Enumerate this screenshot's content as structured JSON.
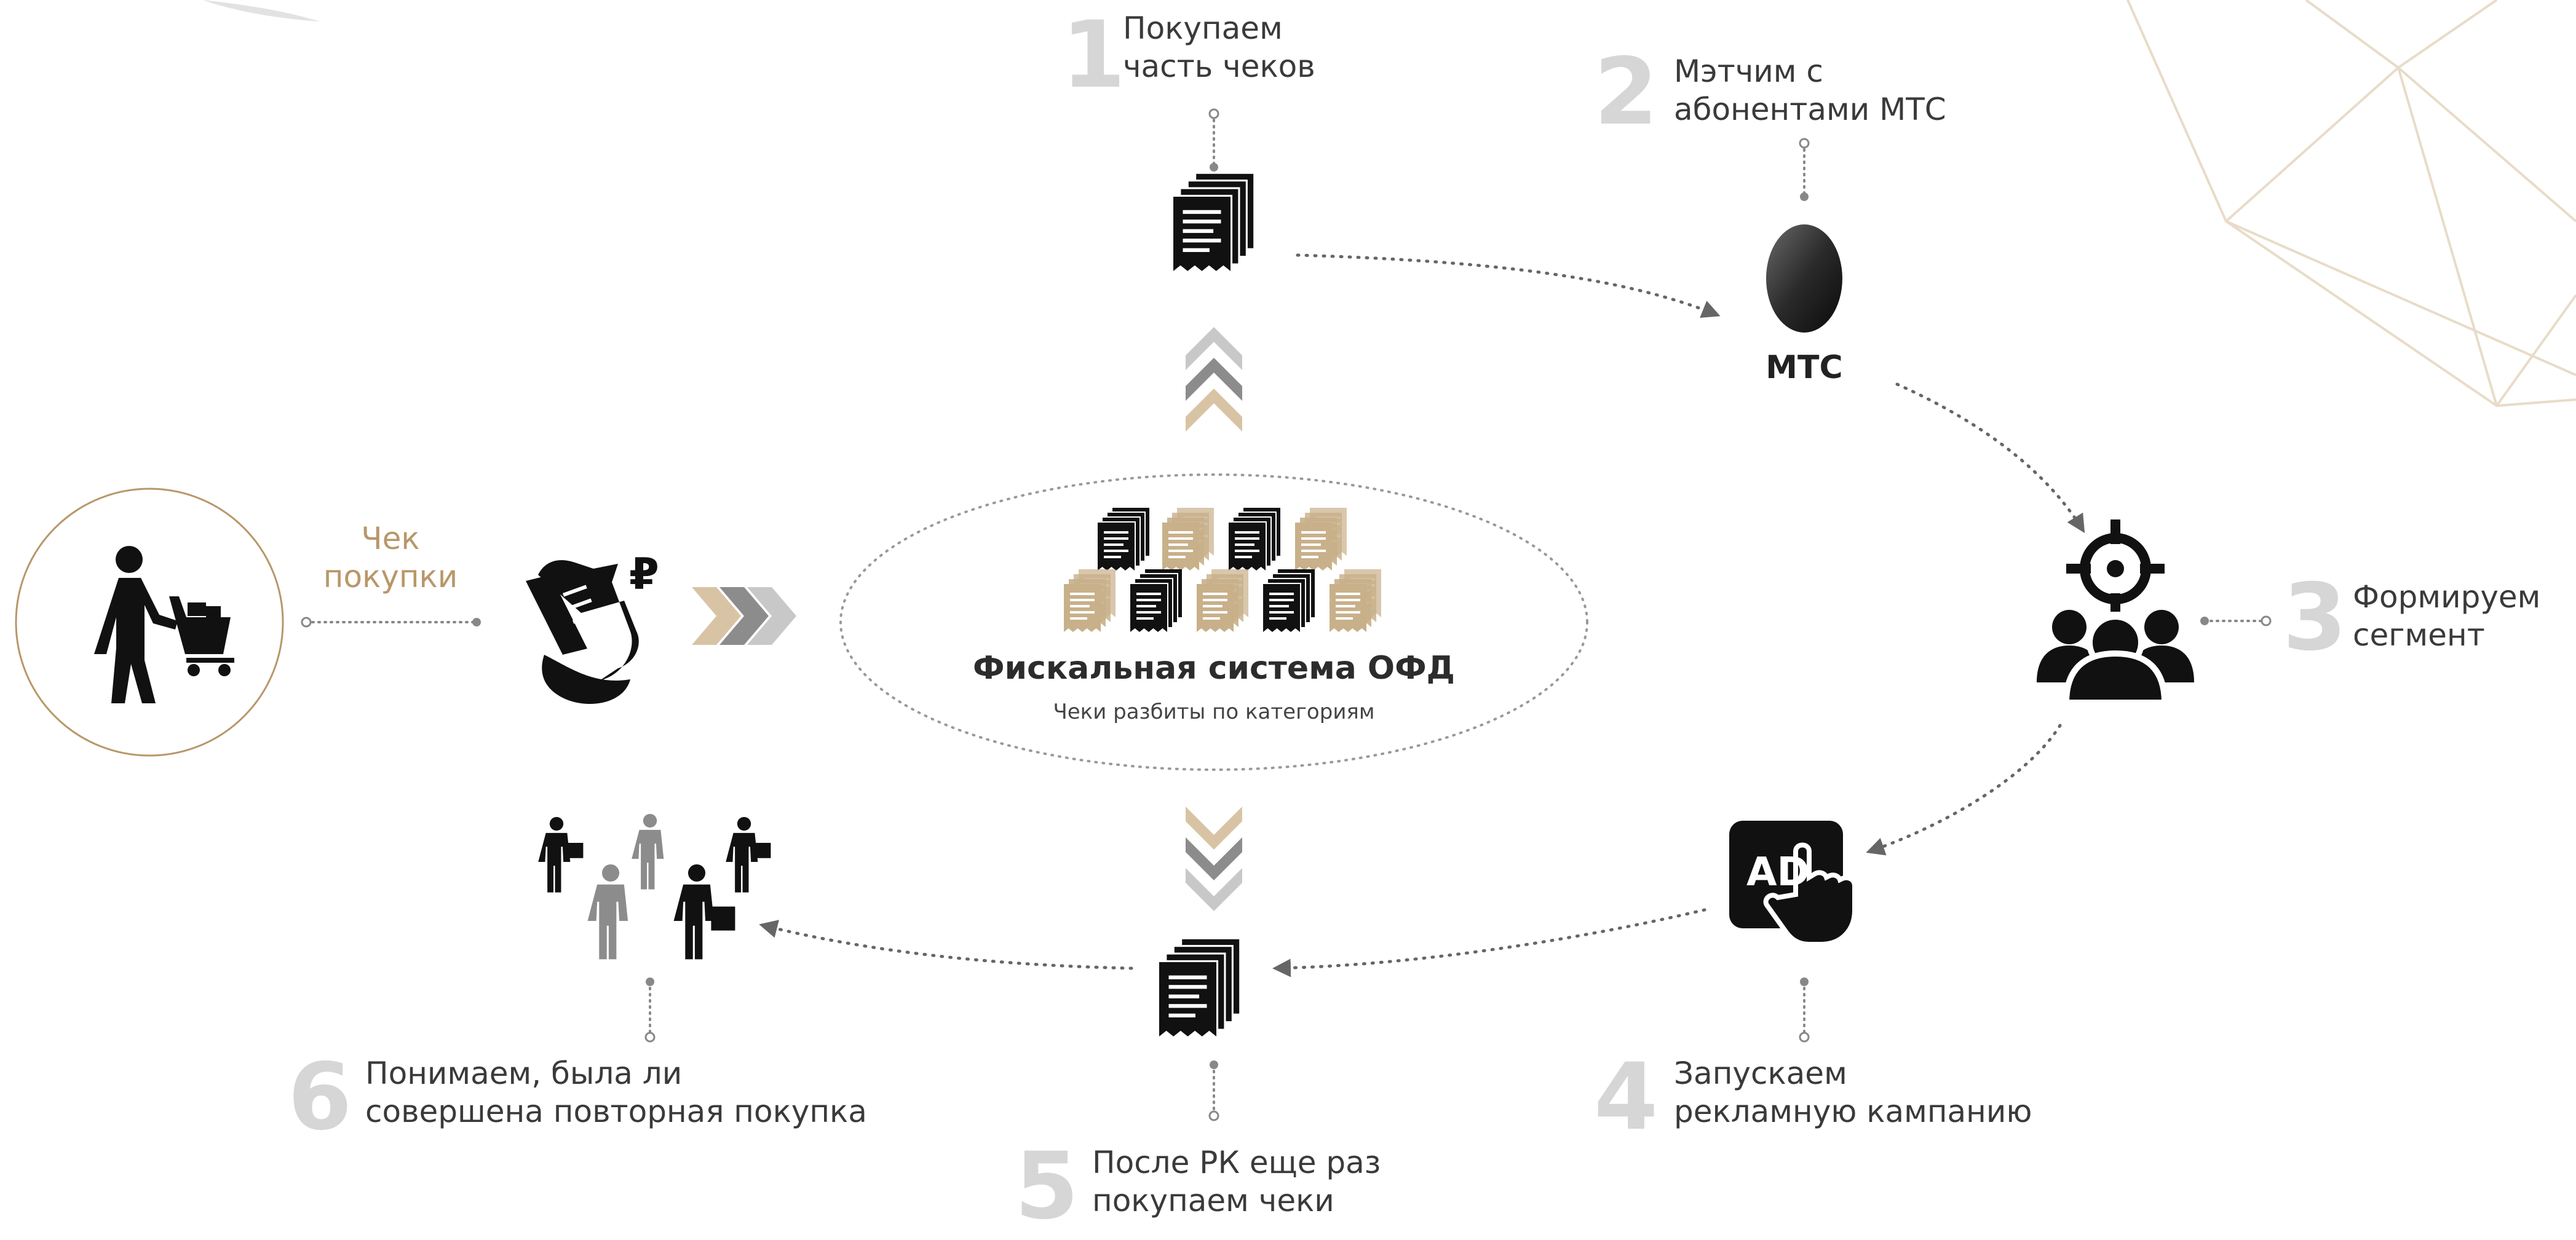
{
  "center": {
    "title": "Фискальная система ОФД",
    "subtitle": "Чеки разбиты по категориям"
  },
  "left": {
    "receipt_label_line1": "Чек",
    "receipt_label_line2": "покупки",
    "currency_symbol": "₽"
  },
  "mts_label": "МТС",
  "steps": [
    {
      "number": "1",
      "line1": "Покупаем",
      "line2": "часть чеков"
    },
    {
      "number": "2",
      "line1": "Мэтчим с",
      "line2": "абонентами МТС"
    },
    {
      "number": "3",
      "line1": "Формируем",
      "line2": "сегмент"
    },
    {
      "number": "4",
      "line1": "Запускаем",
      "line2": "рекламную кампанию"
    },
    {
      "number": "5",
      "line1": "После РК еще раз",
      "line2": "покупаем чеки"
    },
    {
      "number": "6",
      "line1": "Понимаем, была ли",
      "line2": "совершена повторная покупка"
    }
  ],
  "ad_badge": "AD",
  "colors": {
    "accent_tan": "#d8c4a4",
    "accent_brown": "#b8976a",
    "number_gray": "#d6d6d6",
    "icon_black": "#111111",
    "chevron_gray": "#8c8c8c",
    "chevron_light": "#c8c8c8"
  },
  "icons": [
    "shopper-cart-icon",
    "receipt-ruble-icon",
    "receipt-stack-icon",
    "mts-egg-logo",
    "target-group-icon",
    "ad-click-icon",
    "crowd-shoppers-icon"
  ]
}
